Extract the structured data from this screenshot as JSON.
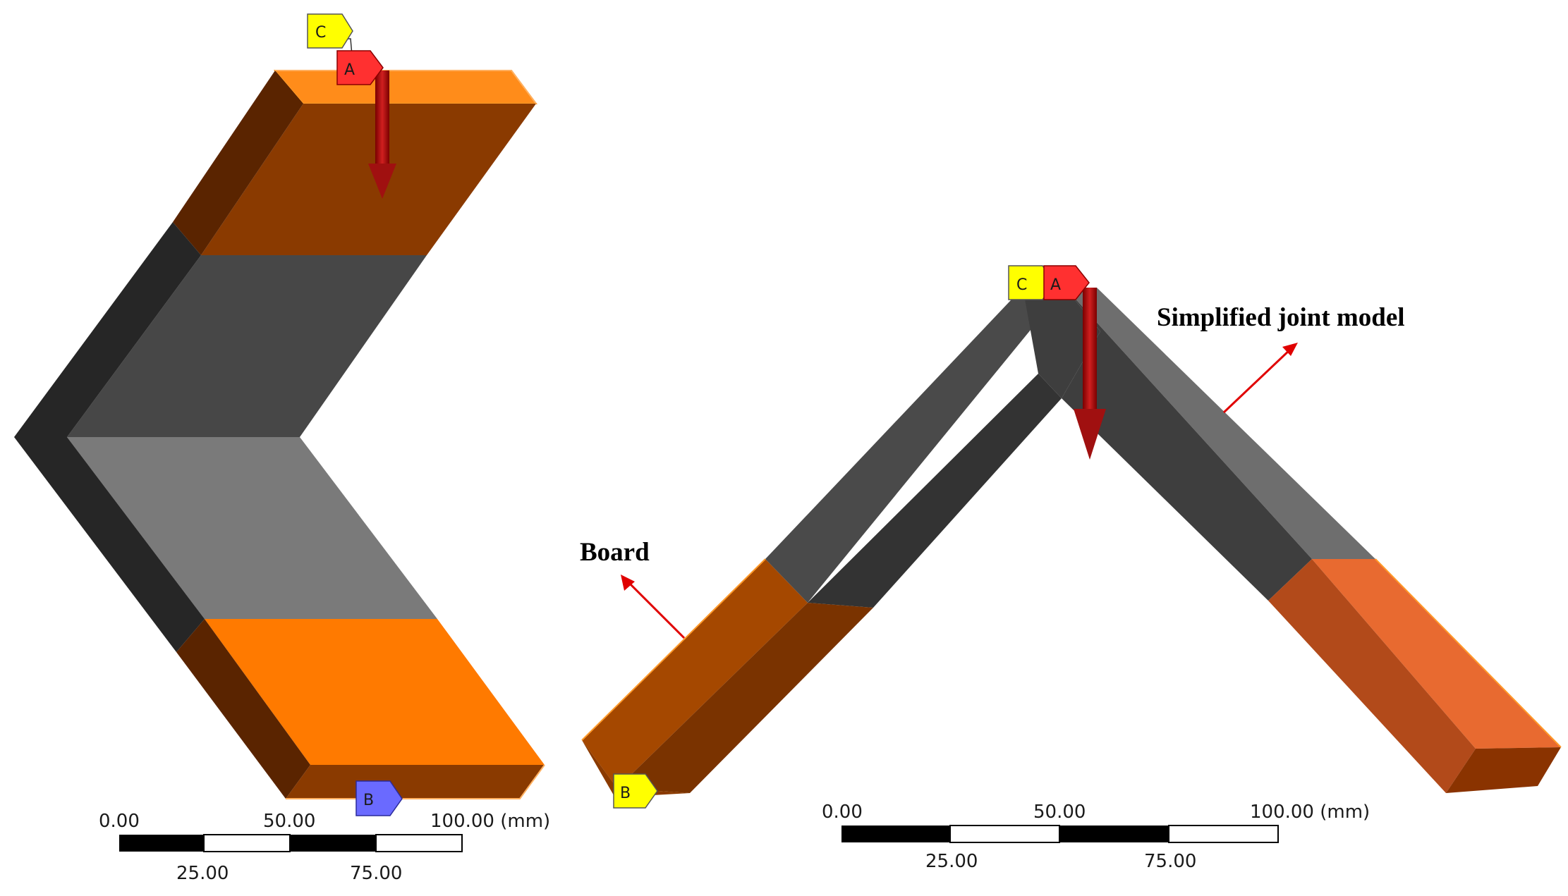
{
  "left_model": {
    "markers": {
      "c": "C",
      "a": "A",
      "b": "B"
    },
    "scale": {
      "top": [
        "0.00",
        "50.00",
        "100.00 (mm)"
      ],
      "bottom": [
        "25.00",
        "75.00"
      ]
    }
  },
  "right_model": {
    "markers": {
      "c": "C",
      "a": "A",
      "b": "B"
    },
    "scale": {
      "top": [
        "0.00",
        "50.00",
        "100.00 (mm)"
      ],
      "bottom": [
        "25.00",
        "75.00"
      ]
    },
    "callouts": {
      "joint": "Simplified joint model",
      "board": "Board"
    }
  },
  "colors": {
    "board_orange": "#ff7a00",
    "joint_gray": "#474747",
    "load_arrow": "#a01010",
    "marker_yellow": "#ffff00",
    "marker_red": "#ff3030",
    "marker_blue": "#6a6aff"
  }
}
